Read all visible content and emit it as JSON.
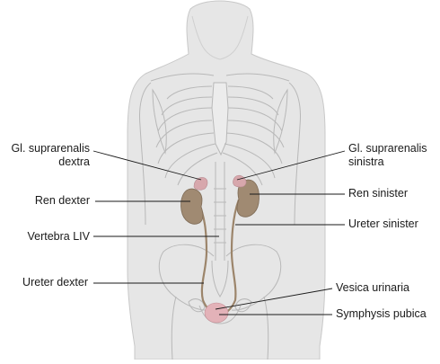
{
  "labels": {
    "gl_suprarenalis_dextra_1": "Gl. suprarenalis",
    "gl_suprarenalis_dextra_2": "dextra",
    "ren_dexter": "Ren dexter",
    "vertebra_liv": "Vertebra LIV",
    "ureter_dexter": "Ureter dexter",
    "gl_suprarenalis_sinistra_1": "Gl. suprarenalis",
    "gl_suprarenalis_sinistra_2": "sinistra",
    "ren_sinister": "Ren sinister",
    "ureter_sinister": "Ureter sinister",
    "vesica_urinaria": "Vesica urinaria",
    "symphysis_pubica": "Symphysis pubica"
  },
  "colors": {
    "body_fill": "#e4e4e4",
    "body_stroke": "#c4c4c4",
    "bone_stroke": "#b8b8b8",
    "kidney": "#a08a72",
    "adrenal": "#d7a7ac",
    "bladder": "#e3b2b8",
    "ureter": "#9c856b",
    "leader_line": "#1a1a1a"
  }
}
